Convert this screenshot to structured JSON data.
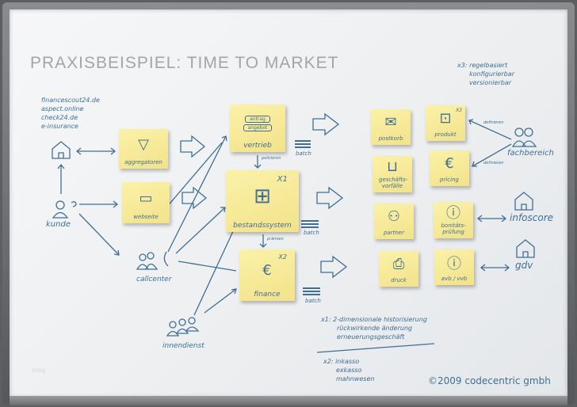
{
  "title": "PRAXISBEISPIEL: TIME TO MARKET",
  "websites": [
    "financescout24.de",
    "aspect.online",
    "check24.de",
    "e-insurance"
  ],
  "actors": {
    "kunde": "kunde",
    "callcenter": "callcenter",
    "innendienst": "innendienst",
    "fachbereich": "fachbereich",
    "infoscore": "infoscore",
    "gdv": "gdv"
  },
  "stickies": {
    "aggregatoren": "aggregatoren",
    "webseite": "webseite",
    "vertrieb": "vertrieb",
    "antrag": "antrag",
    "angebot": "angebot",
    "bestandssystem": "bestandssystem",
    "bestand_tag": "X1",
    "finance": "finance",
    "finance_tag": "X2",
    "postkorb": "postkorb",
    "produkt": "produkt",
    "produkt_tag": "X3",
    "geschaeftsvorfaelle": "geschäfts-vorfälle",
    "pricing": "pricing",
    "partner": "partner",
    "bonitaet": "bonitäts-prüfung",
    "druck": "druck",
    "avb": "avb / vvb"
  },
  "flow_labels": {
    "policieren": "policieren",
    "praemien": "prämien",
    "definieren1": "definieren",
    "definieren2": "definieren",
    "batch": "batch"
  },
  "notes": {
    "x3": [
      "x3: regelbasiert",
      "konfigurierbar",
      "versionierbar"
    ],
    "x1": [
      "x1: 2-dimensionale historisierung",
      "rückwirkende änderung",
      "erneuerungsgeschäft"
    ],
    "x2": [
      "x2: inkasso",
      "exkasso",
      "mahnwesen"
    ]
  },
  "footer": {
    "blog": "blog",
    "copyright": "©2009 codecentric gmbh"
  },
  "colors": {
    "ink": "#3f6f96",
    "sticky": "#f5e795",
    "title": "#a3a6a9"
  }
}
